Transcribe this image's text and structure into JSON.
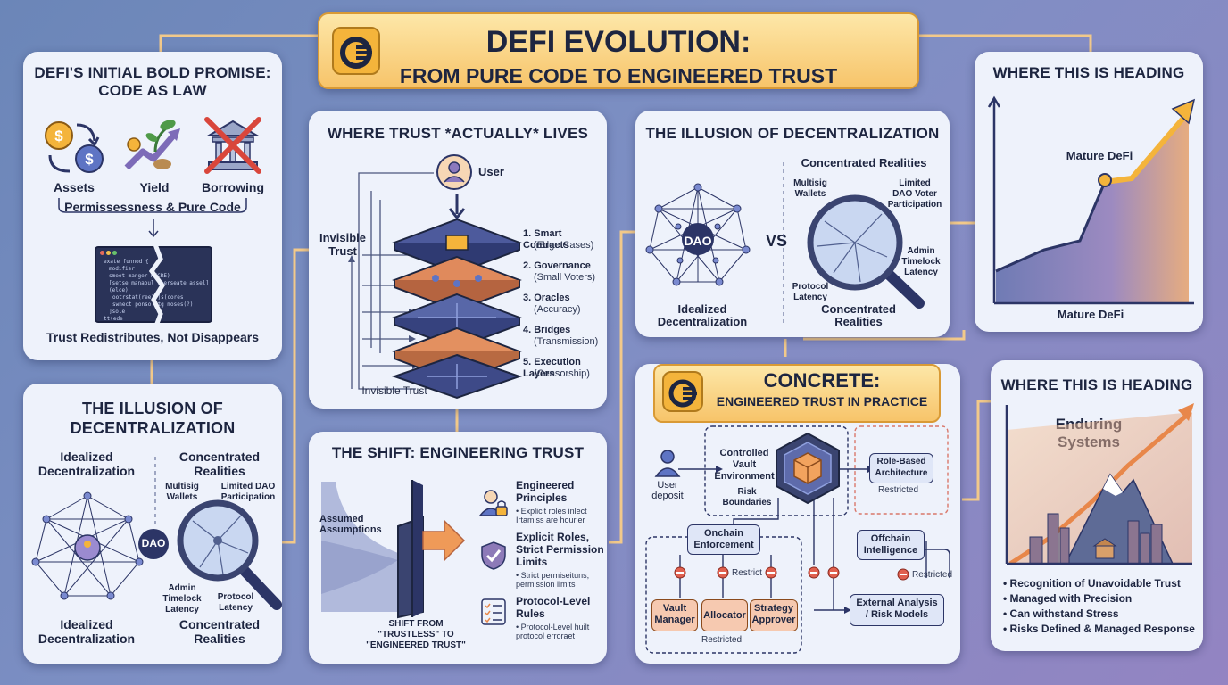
{
  "header": {
    "title_line1": "DEFI EVOLUTION:",
    "title_line2": "FROM PURE CODE TO ENGINEERED TRUST"
  },
  "promise": {
    "title_line1": "DEFI'S INITIAL BOLD PROMISE:",
    "title_line2": "CODE AS LAW",
    "icons": [
      "Assets",
      "Yield",
      "Borrowing"
    ],
    "permission_text": "Permissessness & Pure Code",
    "code_lines": [
      "exate funnod {",
      "modifier",
      "smeet manger   RECRE)",
      "  [setse manaoul  [perseate assel]",
      "  (elce)",
      "    ootrstat(ree)  ]s(cores",
      "    swnect ponso  ntg moses(?)",
      "  ]sole",
      "tt(ede"
    ],
    "footer": "Trust Redistributes, Not Disappears"
  },
  "trust_lives": {
    "title": "WHERE TRUST *ACTUALLY* LIVES",
    "user_label": "User",
    "invisible_label_line1": "Invisible",
    "invisible_label_line2": "Trust",
    "invisible_bottom": "Invisible Trust",
    "layers": [
      {
        "name": "1. Smart Contracts",
        "detail": "(Edge Cases)"
      },
      {
        "name": "2. Governance",
        "detail": "(Small Voters)"
      },
      {
        "name": "3. Oracles",
        "detail": "(Accuracy)"
      },
      {
        "name": "4. Bridges",
        "detail": "(Transmission)"
      },
      {
        "name": "5. Execution Layers",
        "detail": "(Censorship)"
      }
    ]
  },
  "illusion_top": {
    "title": "THE ILLUSION OF DECENTRALIZATION",
    "concentrated_heading": "Concentrated Realities",
    "dao": "DAO",
    "vs": "VS",
    "multisig_line1": "Multisig",
    "multisig_line2": "Wallets",
    "limited_line1": "Limited",
    "limited_line2": "DAO Voter",
    "limited_line3": "Participation",
    "admin_line1": "Admin",
    "admin_line2": "Timelock",
    "admin_line3": "Latency",
    "protocol_line1": "Protocol",
    "protocol_line2": "Latency",
    "idealized_line1": "Idealized",
    "idealized_line2": "Decentralization",
    "concentrated_line1": "Concentrated",
    "concentrated_line2": "Realities"
  },
  "heading_top": {
    "title": "WHERE THIS IS HEADING",
    "marker_label": "Mature DeFi",
    "bottom_label": "Mature DeFi"
  },
  "illusion_bottom": {
    "title_line1": "THE ILLUSION OF",
    "title_line2": "DECENTRALIZATION",
    "idealized_line1": "Idealized",
    "idealized_line2": "Decentralization",
    "concentrated_line1": "Concentrated",
    "concentrated_line2": "Realities",
    "multisig_line1": "Multisig",
    "multisig_line2": "Wallets",
    "limited_line1": "Limited DAO",
    "limited_line2": "Participation",
    "dao": "DAO",
    "admin_line1": "Admin",
    "admin_line2": "Timelock",
    "admin_line3": "Latency",
    "protocol_line1": "Protocol",
    "protocol_line2": "Latency",
    "bottom_idealized_line1": "Idealized",
    "bottom_idealized_line2": "Decentralization",
    "bottom_concentrated_line1": "Concentrated",
    "bottom_concentrated_line2": "Realities"
  },
  "shift": {
    "title": "THE SHIFT: ENGINEERING TRUST",
    "assumed_line1": "Assumed",
    "assumed_line2": "Assumptions",
    "caption_line1": "SHIFT FROM",
    "caption_line2": "\"TRUSTLESS\" TO",
    "caption_line3": "\"ENGINEERED TRUST\"",
    "items": [
      {
        "heading_line1": "Engineered",
        "heading_line2": "Principles",
        "detail_line1": "• Explicit roles inlect",
        "detail_line2": "  Irtamiss are hourier"
      },
      {
        "heading_line1": "Explicit Roles,",
        "heading_line2": "Strict Permission",
        "heading_line3": "Limits",
        "detail_line1": "• Strict permiseituns,",
        "detail_line2": "  permission limits"
      },
      {
        "heading_line1": "Protocol-Level",
        "heading_line2": "Rules",
        "detail_line1": "• Protocol-Level huilt",
        "detail_line2": "  protocol erroraet"
      }
    ]
  },
  "concrete": {
    "title_line1": "CONCRETE:",
    "title_line2": "ENGINEERED TRUST IN PRACTICE",
    "user_line1": "User",
    "user_line2": "deposit",
    "vault_line1": "Controlled",
    "vault_line2": "Vault",
    "vault_line3": "Environment",
    "risk_line1": "Risk",
    "risk_line2": "Boundaries",
    "rbac_line1": "Role-Based",
    "rbac_line2": "Architecture",
    "rbac_restricted": "Restricted",
    "onchain_line1": "Onchain",
    "onchain_line2": "Enforcement",
    "restrict_label": "Restrict",
    "offchain_line1": "Offchain",
    "offchain_line2": "Intelligence",
    "offchain_restricted": "Restricted",
    "roles": [
      {
        "line1": "Vault",
        "line2": "Manager"
      },
      {
        "line1": "Allocator",
        "line2": ""
      },
      {
        "line1": "Strategy",
        "line2": "Approver"
      }
    ],
    "roles_restricted": "Restricted",
    "external_line1": "External Analysis",
    "external_line2": "/ Risk Models"
  },
  "heading_bottom": {
    "title": "WHERE THIS IS HEADING",
    "enduring_line1": "Enduring",
    "enduring_line2": "Systems",
    "bullets": [
      "• Recognition of Unavoidable Trust",
      "• Managed with Precision",
      "• Can withstand Stress",
      "• Risks Defined & Managed Response"
    ]
  },
  "colors": {
    "accent_gold": "#f4b43b",
    "navy": "#2c3566",
    "orange": "#e8874a",
    "purple": "#8d7ab8"
  }
}
